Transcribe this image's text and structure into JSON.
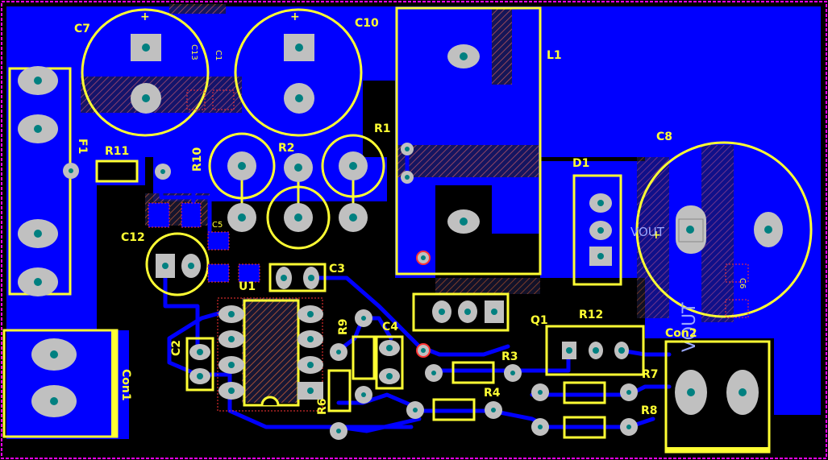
{
  "board": {
    "colors": {
      "background": "#000000",
      "copper": "#0000ff",
      "silkscreen": "#ffff33",
      "pad": "#c0c0c0",
      "drill": "#008080",
      "outline": "#ff00ff",
      "hatch": "#b2563d",
      "via_ring": "#ff3333"
    },
    "labels": {
      "c7": "C7",
      "c10": "C10",
      "c13": "C13",
      "c1": "C1",
      "l1": "L1",
      "f1": "F1",
      "r11": "R11",
      "r10": "R10",
      "r2": "R2",
      "r1": "R1",
      "c8": "C8",
      "d1": "D1",
      "c12": "C12",
      "c5": "C5",
      "c3": "C3",
      "u1": "U1",
      "c2": "C2",
      "r9": "R9",
      "c4": "C4",
      "r6": "R6",
      "r3": "R3",
      "r4": "R4",
      "q1": "Q1",
      "r12": "R12",
      "r7": "R7",
      "r8": "R8",
      "con1": "Con1",
      "con2": "Con2",
      "vout_net": "VOUT",
      "vout_silk": "VOUT",
      "c6": "C6",
      "plus_c7": "+",
      "plus_c10": "+",
      "plus_c8": "+"
    }
  }
}
